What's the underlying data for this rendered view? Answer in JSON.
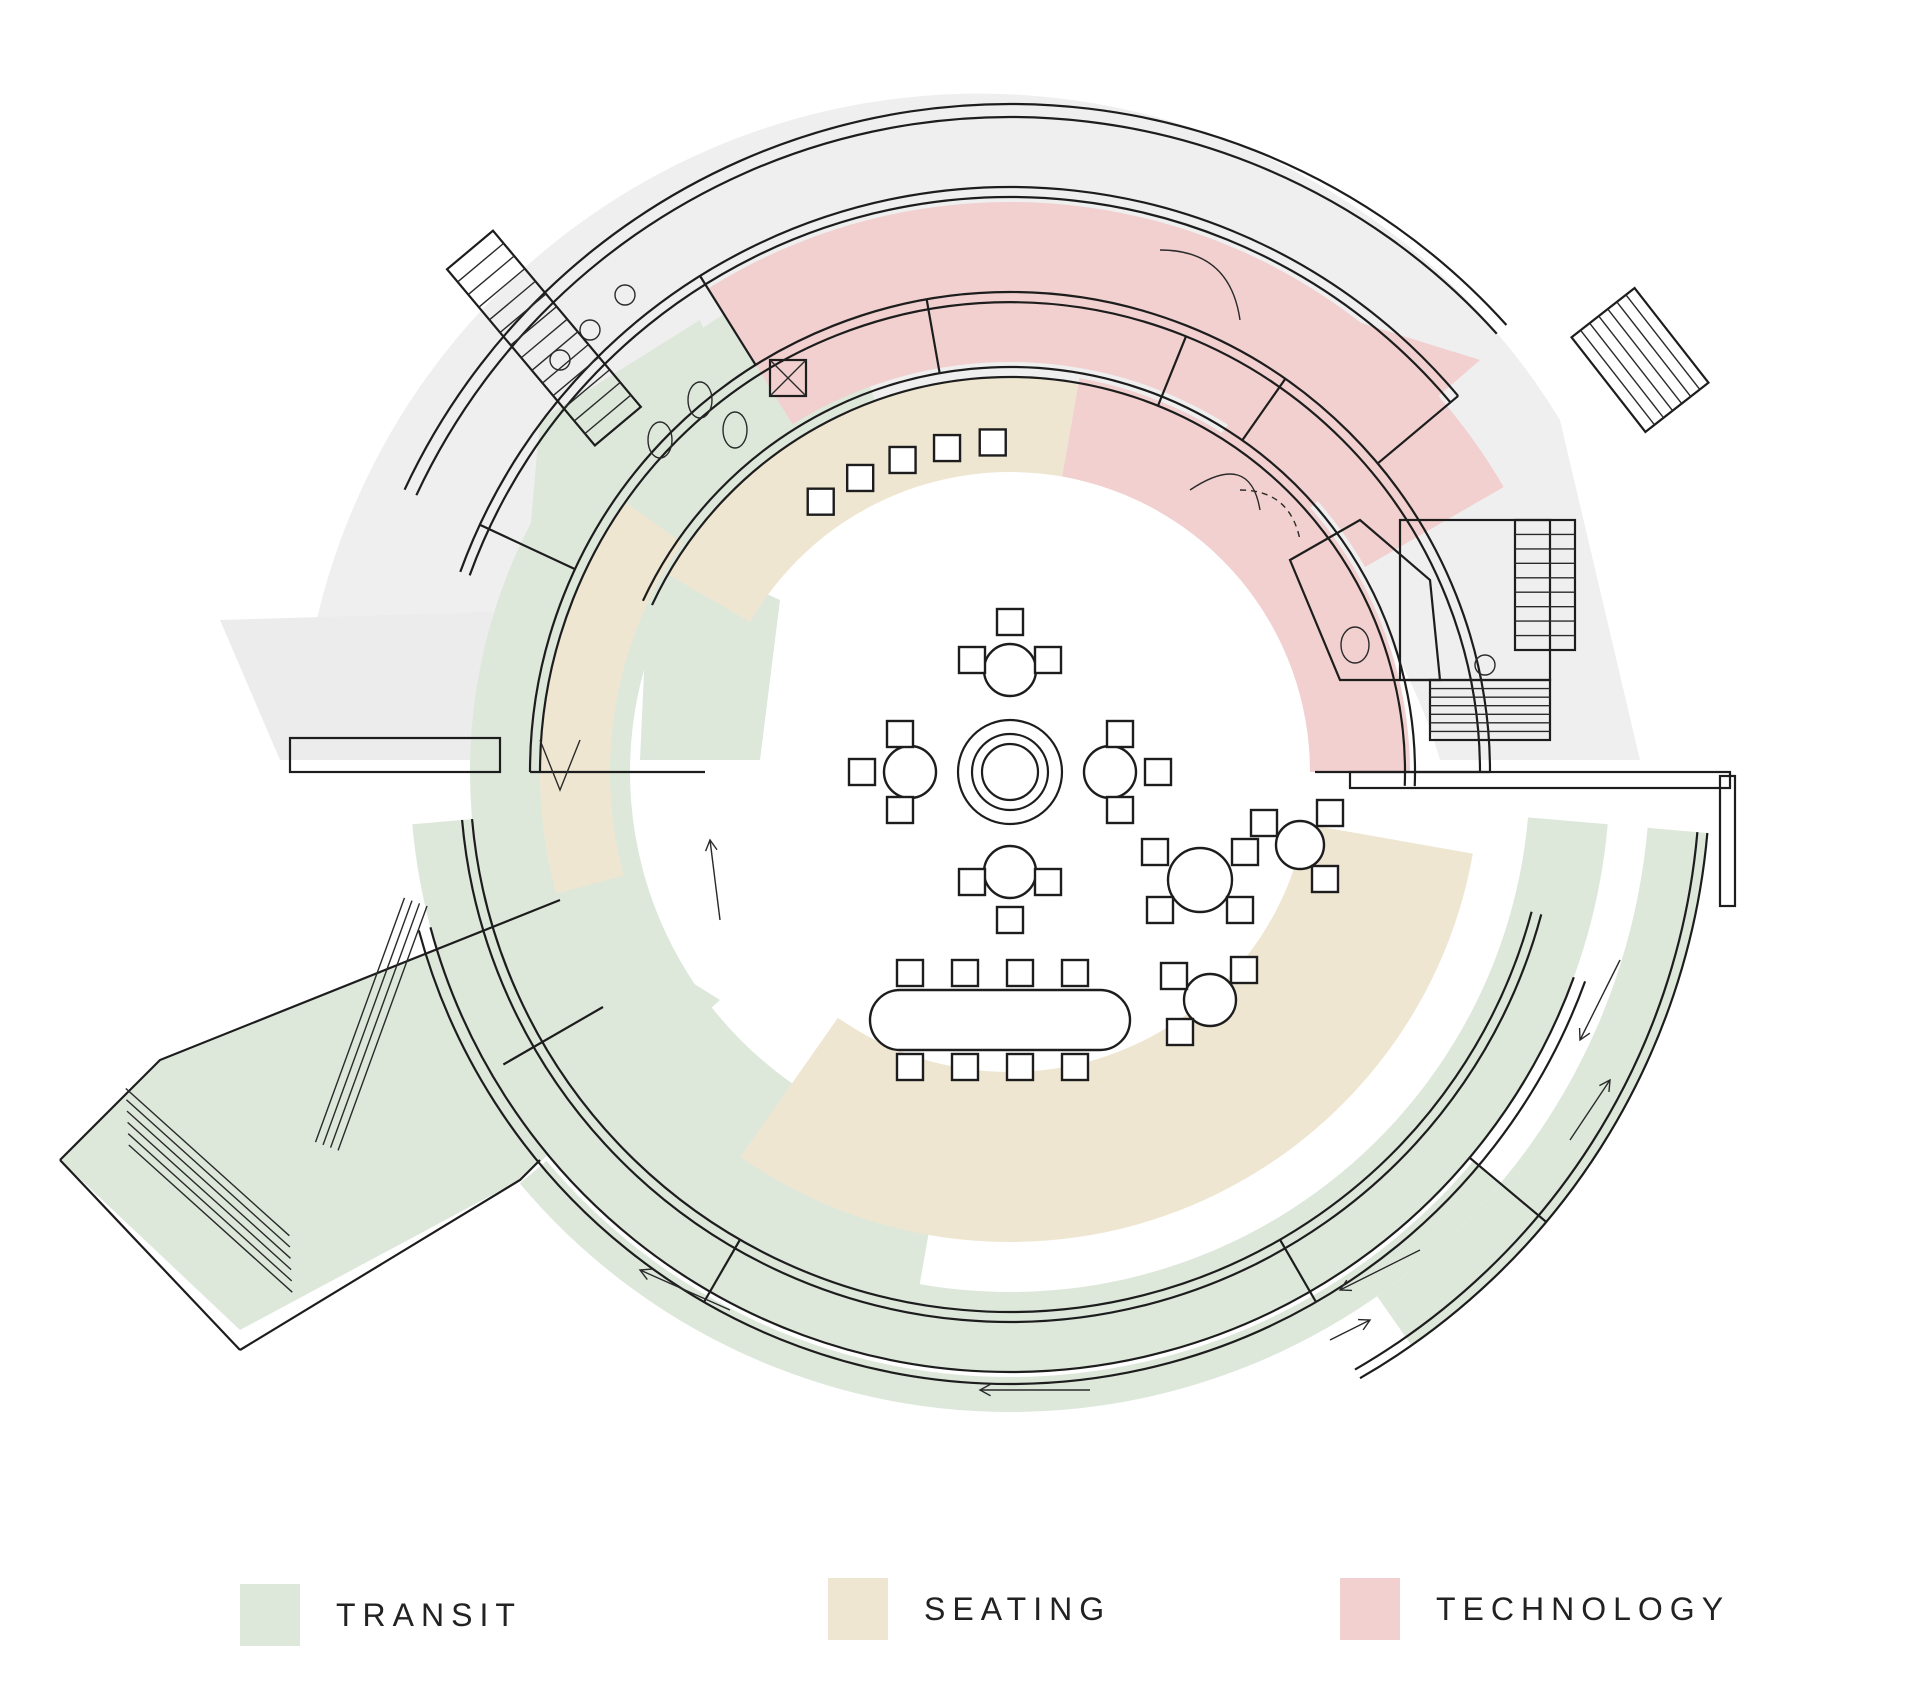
{
  "colors": {
    "transit": "#dde8db",
    "seating": "#efe6d2",
    "technology": "#f1d0cf",
    "wall": "#1d1d1d",
    "shadow": "#efefef",
    "service": "#f3f3f3"
  },
  "legend": [
    {
      "label": "TRANSIT",
      "color": "#dde8db"
    },
    {
      "label": "SEATING",
      "color": "#efe6d2"
    },
    {
      "label": "TECHNOLOGY",
      "color": "#f1d0cf"
    }
  ]
}
